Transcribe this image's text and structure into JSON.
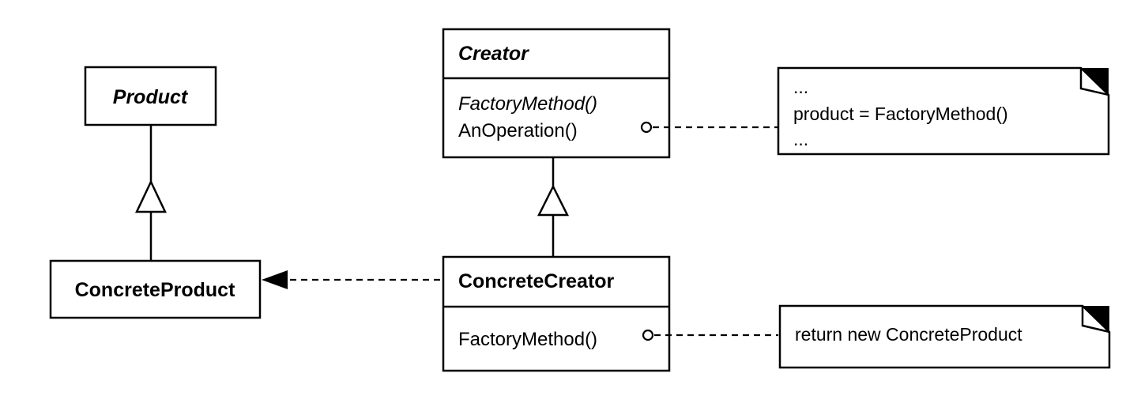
{
  "classes": {
    "product": {
      "name": "Product"
    },
    "concrete_product": {
      "name": "ConcreteProduct"
    },
    "creator": {
      "name": "Creator",
      "methods": [
        "FactoryMethod()",
        "AnOperation()"
      ]
    },
    "concrete_creator": {
      "name": "ConcreteCreator",
      "methods": [
        "FactoryMethod()"
      ]
    }
  },
  "notes": {
    "an_operation": {
      "lines": [
        "...",
        "product = FactoryMethod()",
        "..."
      ]
    },
    "factory_method": {
      "lines": [
        "return new ConcreteProduct"
      ]
    }
  }
}
